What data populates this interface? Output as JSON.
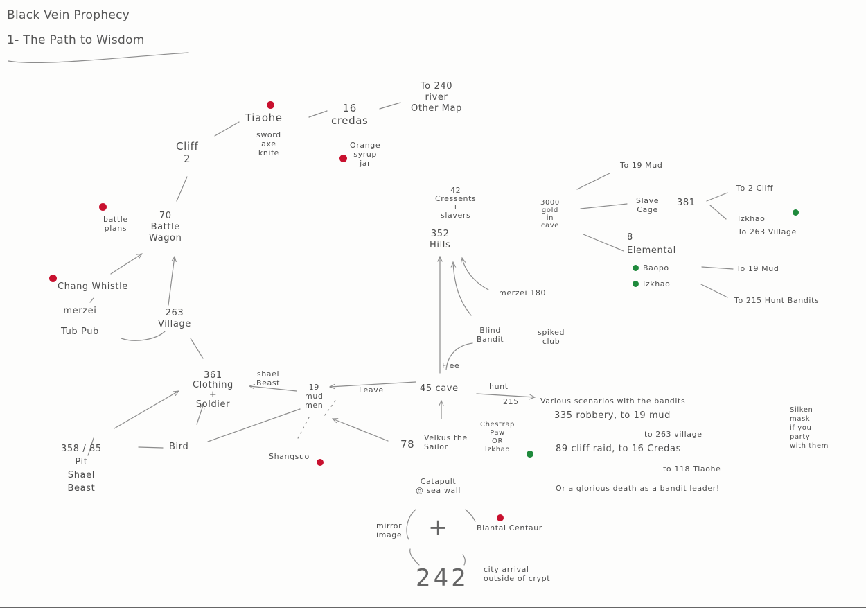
{
  "title": {
    "line1": "Black Vein Prophecy",
    "line2": "1- The Path to Wisdom"
  },
  "nodes": {
    "tiaohe": "Tiaohe",
    "tiaohe_items": "sword\naxe\nknife",
    "credas": "16\ncredas",
    "to_240": "To 240\nriver\nOther Map",
    "orange_syrup": "Orange\nsyrup\njar",
    "cliff2": "Cliff\n2",
    "battle_plans": "battle\nplans",
    "battle_wagon": "70\nBattle\nWagon",
    "chang_whistle": "Chang Whistle",
    "merzei_tub": "merzei\n\nTub Pub",
    "village263": "263\nVillage",
    "clothing361": "361\nClothing\n+\nSoldier",
    "shael_beast_top": "shael\nBeast",
    "mud_men": "19\nmud\nmen",
    "leave": "Leave",
    "cave45": "45 cave",
    "hunt": "hunt",
    "hunt215": "215",
    "flee": "Flee",
    "blind_bandit": "Blind\nBandit",
    "spiked_club": "spiked\nclub",
    "merzei180": "merzei 180",
    "hills352": "352\nHills",
    "cressents": "42\nCressents\n+\nslavers",
    "gold3000": "3000\ngold\nin\ncave",
    "to19mud_a": "To 19 Mud",
    "slave_cage": "Slave\nCage",
    "cage381": "381",
    "to2cliff": "To 2 Cliff",
    "izkhao_village": "Izkhao\nTo 263 Village",
    "elemental": "8\nElemental",
    "baopo": "Baopo",
    "izkhao_e": "Izkhao",
    "to19mud_b": "To 19 Mud",
    "to215hunt": "To 215 Hunt Bandits",
    "scenarios1": "Various scenarios with the bandits",
    "scenarios2": "335 robbery, to 19 mud",
    "scenarios3": "to 263 village",
    "scenarios4": "89 cliff raid, to 16 Credas",
    "scenarios5": "to 118 Tiaohe",
    "scenarios6": "Or a glorious death as a bandit leader!",
    "silken_mask": "Silken\nmask\nif you\nparty\nwith them",
    "pit358": "358 / 85\nPit\nShael\nBeast",
    "bird": "Bird",
    "shangsuo": "Shangsuo",
    "velkus78": "78",
    "velkus": "Velkus the\nSailor",
    "chestrap": "Chestrap\nPaw\nOR\nIzkhao",
    "catapult": "Catapult\n@ sea wall",
    "mirror": "mirror\nimage",
    "biantai": "Biantai Centaur",
    "plus": "+",
    "c242": "242",
    "city_arrival": "city arrival\noutside of crypt"
  },
  "colors": {
    "red_dot": "#c8102e",
    "green_dot": "#1f8a3c",
    "ink": "#4d4d4d",
    "line": "#8c8c8c"
  }
}
